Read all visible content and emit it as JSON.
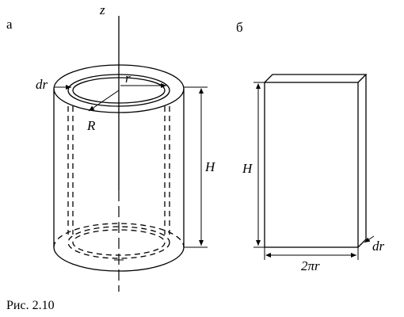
{
  "panels": {
    "a": "а",
    "b": "б"
  },
  "labels": {
    "z": "z",
    "dr_left": "dr",
    "r": "r",
    "R": "R",
    "H_left": "H",
    "H_right": "H",
    "two_pi_r": "2πr",
    "dr_right": "dr"
  },
  "caption": "Рис. 2.10"
}
